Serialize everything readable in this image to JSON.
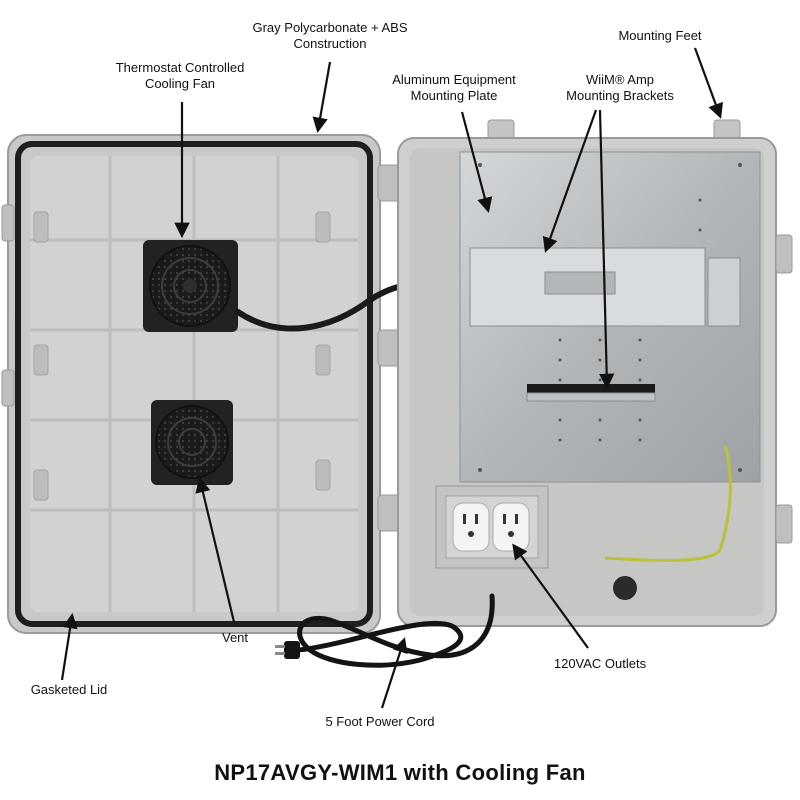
{
  "product_title": "NP17AVGY-WIM1 with Cooling Fan",
  "callouts": {
    "construction": [
      "Gray Polycarbonate + ABS",
      "Construction"
    ],
    "mounting_feet": [
      "Mounting Feet"
    ],
    "fan": [
      "Thermostat Controlled",
      "Cooling Fan"
    ],
    "plate": [
      "Aluminum Equipment",
      "Mounting Plate"
    ],
    "brackets": [
      "WiiM® Amp",
      "Mounting Brackets"
    ],
    "vent": [
      "Vent"
    ],
    "lid": [
      "Gasketed Lid"
    ],
    "outlets": [
      "120VAC Outlets"
    ],
    "cord": [
      "5 Foot Power Cord"
    ]
  },
  "colors": {
    "enclosure": "#cfd0ce",
    "enclosure_shadow": "#b7b8b5",
    "gasket": "#1e1e1e",
    "plate": "#b9bcbe",
    "fan": "#222222",
    "arrow": "#111111"
  }
}
